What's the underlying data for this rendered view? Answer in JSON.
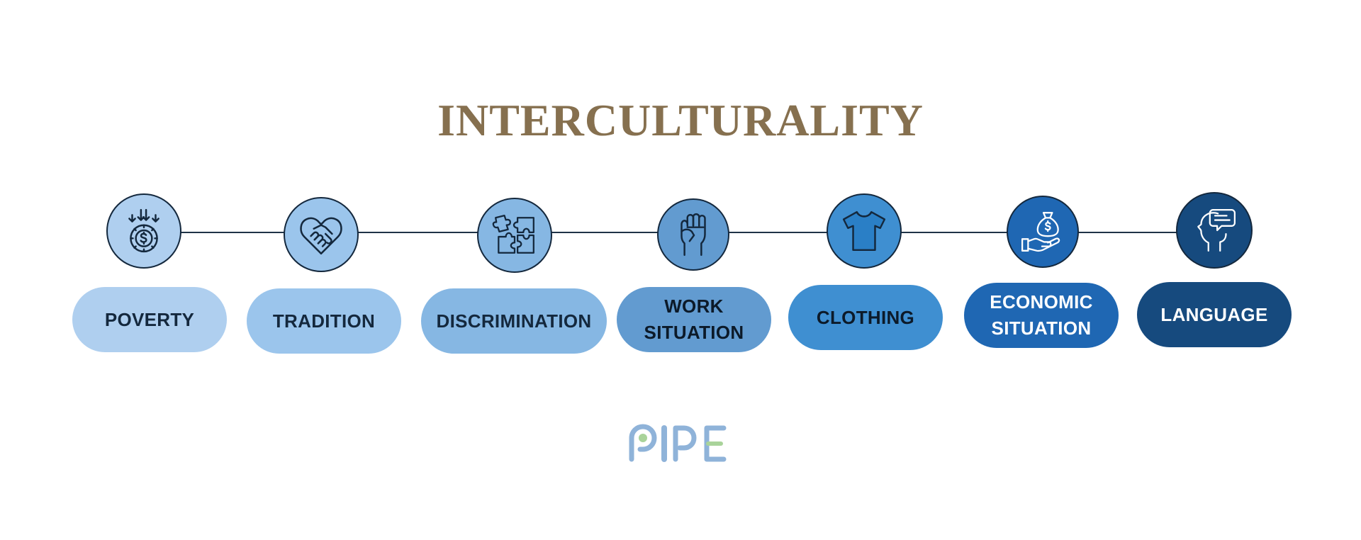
{
  "title": "INTERCULTURALITY",
  "steps": [
    {
      "label": "POVERTY",
      "icon": "poverty-coin-icon",
      "circle_color": "#afcfef",
      "pill_color": "#afcfef",
      "text_color": "#14283d"
    },
    {
      "label": "TRADITION",
      "icon": "heart-handshake-icon",
      "circle_color": "#9bc5ec",
      "pill_color": "#9bc5ec",
      "text_color": "#14283d"
    },
    {
      "label": "DISCRIMINATION",
      "icon": "puzzle-pieces-icon",
      "circle_color": "#86b7e3",
      "pill_color": "#86b7e3",
      "text_color": "#14283d"
    },
    {
      "label": "WORK\nSITUATION",
      "icon": "raised-fist-icon",
      "circle_color": "#629bd0",
      "pill_color": "#629bd0",
      "text_color": "#0c1a29"
    },
    {
      "label": "CLOTHING",
      "icon": "t-shirt-icon",
      "circle_color": "#3f8fd1",
      "pill_color": "#3f8fd1",
      "text_color": "#0c1a29"
    },
    {
      "label": "ECONOMIC\nSITUATION",
      "icon": "money-bag-hand-icon",
      "circle_color": "#1f67b3",
      "pill_color": "#1f67b3",
      "text_color": "#ffffff"
    },
    {
      "label": "LANGUAGE",
      "icon": "head-speech-bubble-icon",
      "circle_color": "#164a7e",
      "pill_color": "#164a7e",
      "text_color": "#ffffff"
    }
  ],
  "logo": {
    "text": "PIPE",
    "colors": {
      "primary": "#8fb3d9",
      "accent": "#a9d39a"
    }
  },
  "colors": {
    "title": "#86704f",
    "connector": "#1f3347",
    "outline": "#14283d"
  }
}
